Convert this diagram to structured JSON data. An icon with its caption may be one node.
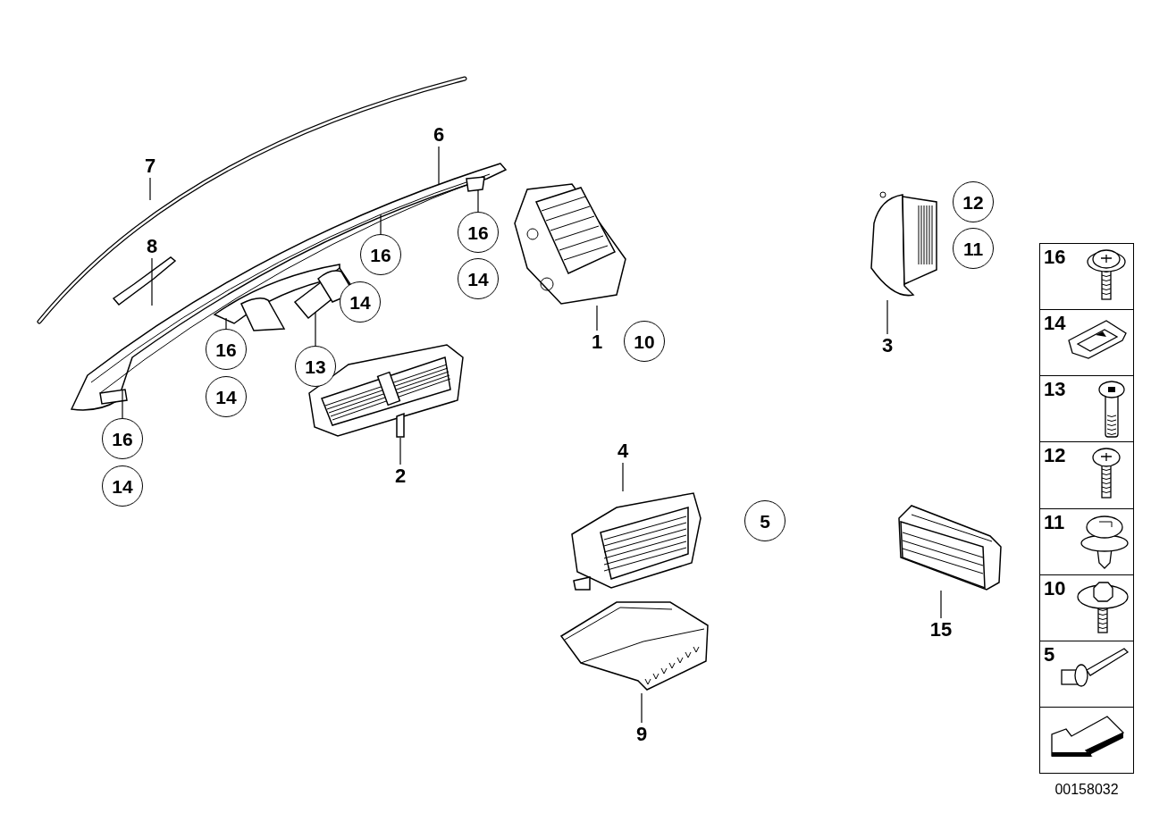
{
  "diagram": {
    "nodes": [
      {
        "text": [
          "6"
        ]
      },
      {
        "text": [
          "7"
        ]
      },
      {
        "text": [
          "12"
        ]
      },
      {
        "text": [
          "16"
        ]
      },
      {
        "text": [
          "11"
        ]
      },
      {
        "text": [
          "8"
        ]
      },
      {
        "text": [
          "16"
        ]
      },
      {
        "text": [
          "14"
        ]
      },
      {
        "text": [
          "14"
        ]
      },
      {
        "text": [
          "1"
        ]
      },
      {
        "text": [
          "10"
        ]
      },
      {
        "text": [
          "3"
        ]
      },
      {
        "text": [
          "16"
        ]
      },
      {
        "text": [
          "13"
        ]
      },
      {
        "text": [
          "14"
        ]
      },
      {
        "text": [
          "16"
        ]
      },
      {
        "text": [
          "2"
        ]
      },
      {
        "text": [
          "4"
        ]
      },
      {
        "text": [
          "14"
        ]
      },
      {
        "text": [
          "5"
        ]
      },
      {
        "text": [
          "15"
        ]
      },
      {
        "text": [
          "9"
        ]
      },
      {
        "text": [],
        "shape": "picture"
      },
      {
        "text": [],
        "shape": "picture"
      },
      {
        "text": [],
        "shape": "picture"
      },
      {
        "text": [],
        "shape": "picture"
      },
      {
        "text": [],
        "shape": "picture"
      },
      {
        "text": [],
        "shape": "picture"
      },
      {
        "text": [],
        "shape": "picture"
      },
      {
        "text": [],
        "shape": "picture"
      },
      {
        "text": [],
        "shape": "box"
      },
      {
        "text": [
          "16"
        ],
        "in": 30
      },
      {
        "text": [
          "14"
        ],
        "in": 30
      },
      {
        "text": [
          "13"
        ],
        "in": 30
      },
      {
        "text": [
          "12"
        ],
        "in": 30
      },
      {
        "text": [
          "11"
        ],
        "in": 30
      },
      {
        "text": [
          "10"
        ],
        "in": 30
      },
      {
        "text": [
          "5"
        ],
        "in": 30
      },
      {
        "text": [],
        "shape": "box",
        "in": 30
      }
    ],
    "edges": [
      {
        "from": 1,
        "to": null,
        "arrow": "none"
      },
      {
        "from": 5,
        "to": 22,
        "arrow": "none"
      },
      {
        "from": 0,
        "to": 23,
        "arrow": "none"
      },
      {
        "from": 3,
        "to": 23,
        "arrow": "none"
      },
      {
        "from": 6,
        "to": 23,
        "arrow": "none"
      },
      {
        "from": 9,
        "to": 24,
        "arrow": "none"
      },
      {
        "from": 11,
        "to": 26,
        "arrow": "none"
      },
      {
        "from": 12,
        "to": 23,
        "arrow": "none"
      },
      {
        "from": 13,
        "to": 23,
        "arrow": "none"
      },
      {
        "from": 15,
        "to": 23,
        "arrow": "none"
      },
      {
        "from": 16,
        "to": 25,
        "arrow": "none"
      },
      {
        "from": 17,
        "to": 27,
        "arrow": "none"
      },
      {
        "from": 20,
        "to": 29,
        "arrow": "none"
      },
      {
        "from": 21,
        "to": 28,
        "arrow": "none"
      }
    ],
    "labels": [
      "00158032"
    ]
  }
}
